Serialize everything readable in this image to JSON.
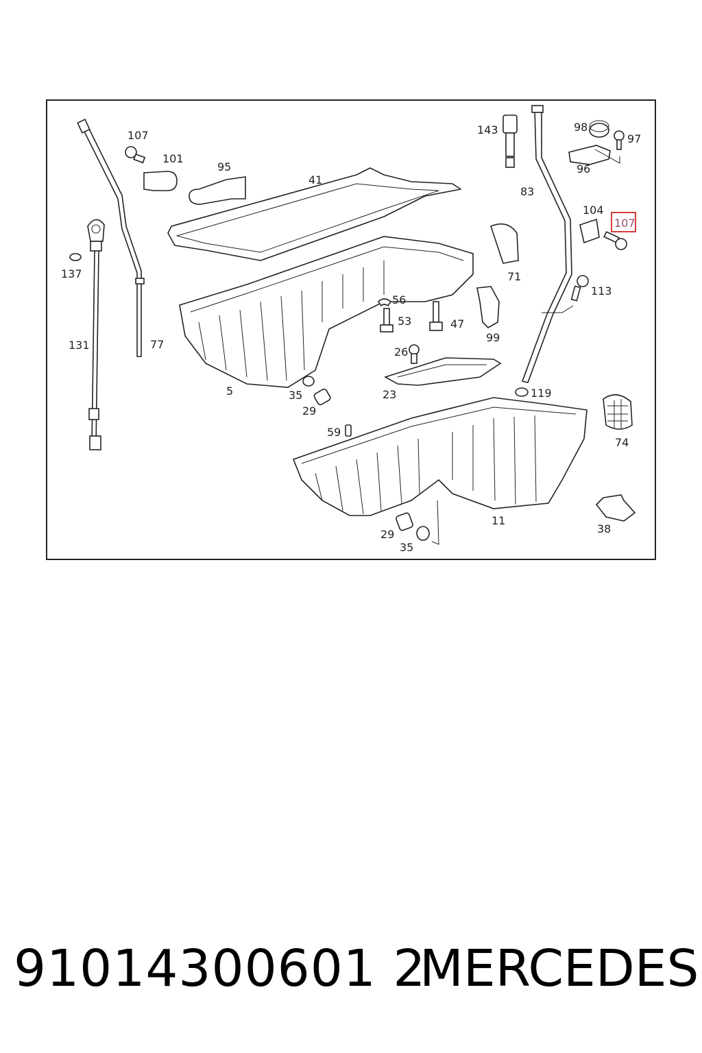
{
  "diagram": {
    "labels": [
      "107",
      "101",
      "95",
      "41",
      "143",
      "83",
      "98",
      "97",
      "96",
      "137",
      "131",
      "77",
      "104",
      "107",
      "71",
      "113",
      "56",
      "53",
      "47",
      "99",
      "26",
      "5",
      "35",
      "29",
      "23",
      "119",
      "74",
      "59",
      "11",
      "29",
      "35",
      "38"
    ],
    "highlighted_label": "107"
  },
  "footer": {
    "part_number": "91014300601 2",
    "brand": "MERCEDES"
  }
}
